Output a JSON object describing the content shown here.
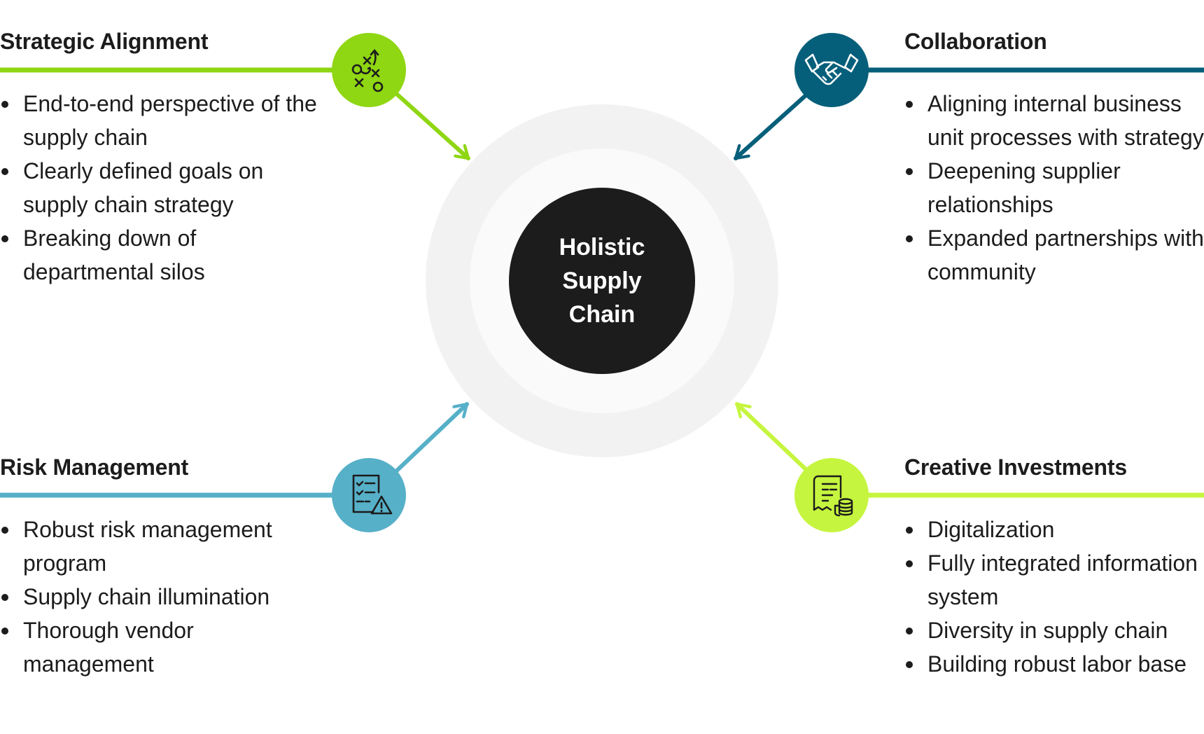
{
  "center": {
    "lines": [
      "Holistic",
      "Supply",
      "Chain"
    ]
  },
  "colors": {
    "strategic": "#8fd613",
    "collaboration": "#065f7a",
    "risk": "#56b0c8",
    "investments": "#c5f53e",
    "center": "#1c1c1c",
    "ring_outer": "#f2f2f2",
    "ring_inner": "#fafafa"
  },
  "quadrants": {
    "strategic": {
      "title": "Strategic Alignment",
      "icon": "strategy-playbook-icon",
      "items": [
        "End-to-end perspective of the supply chain",
        "Clearly defined goals on supply chain strategy",
        "Breaking down of departmental silos"
      ]
    },
    "collaboration": {
      "title": "Collaboration",
      "icon": "handshake-icon",
      "items": [
        "Aligning internal business unit processes with strategy",
        "Deepening supplier relationships",
        "Expanded partnerships with community"
      ]
    },
    "risk": {
      "title": "Risk Management",
      "icon": "checklist-warning-icon",
      "items": [
        "Robust risk management program",
        "Supply chain illumination",
        "Thorough vendor management"
      ]
    },
    "investments": {
      "title": "Creative Investments",
      "icon": "invoice-coins-icon",
      "items": [
        "Digitalization",
        "Fully integrated information system",
        "Diversity in supply chain",
        "Building robust labor base"
      ]
    }
  }
}
